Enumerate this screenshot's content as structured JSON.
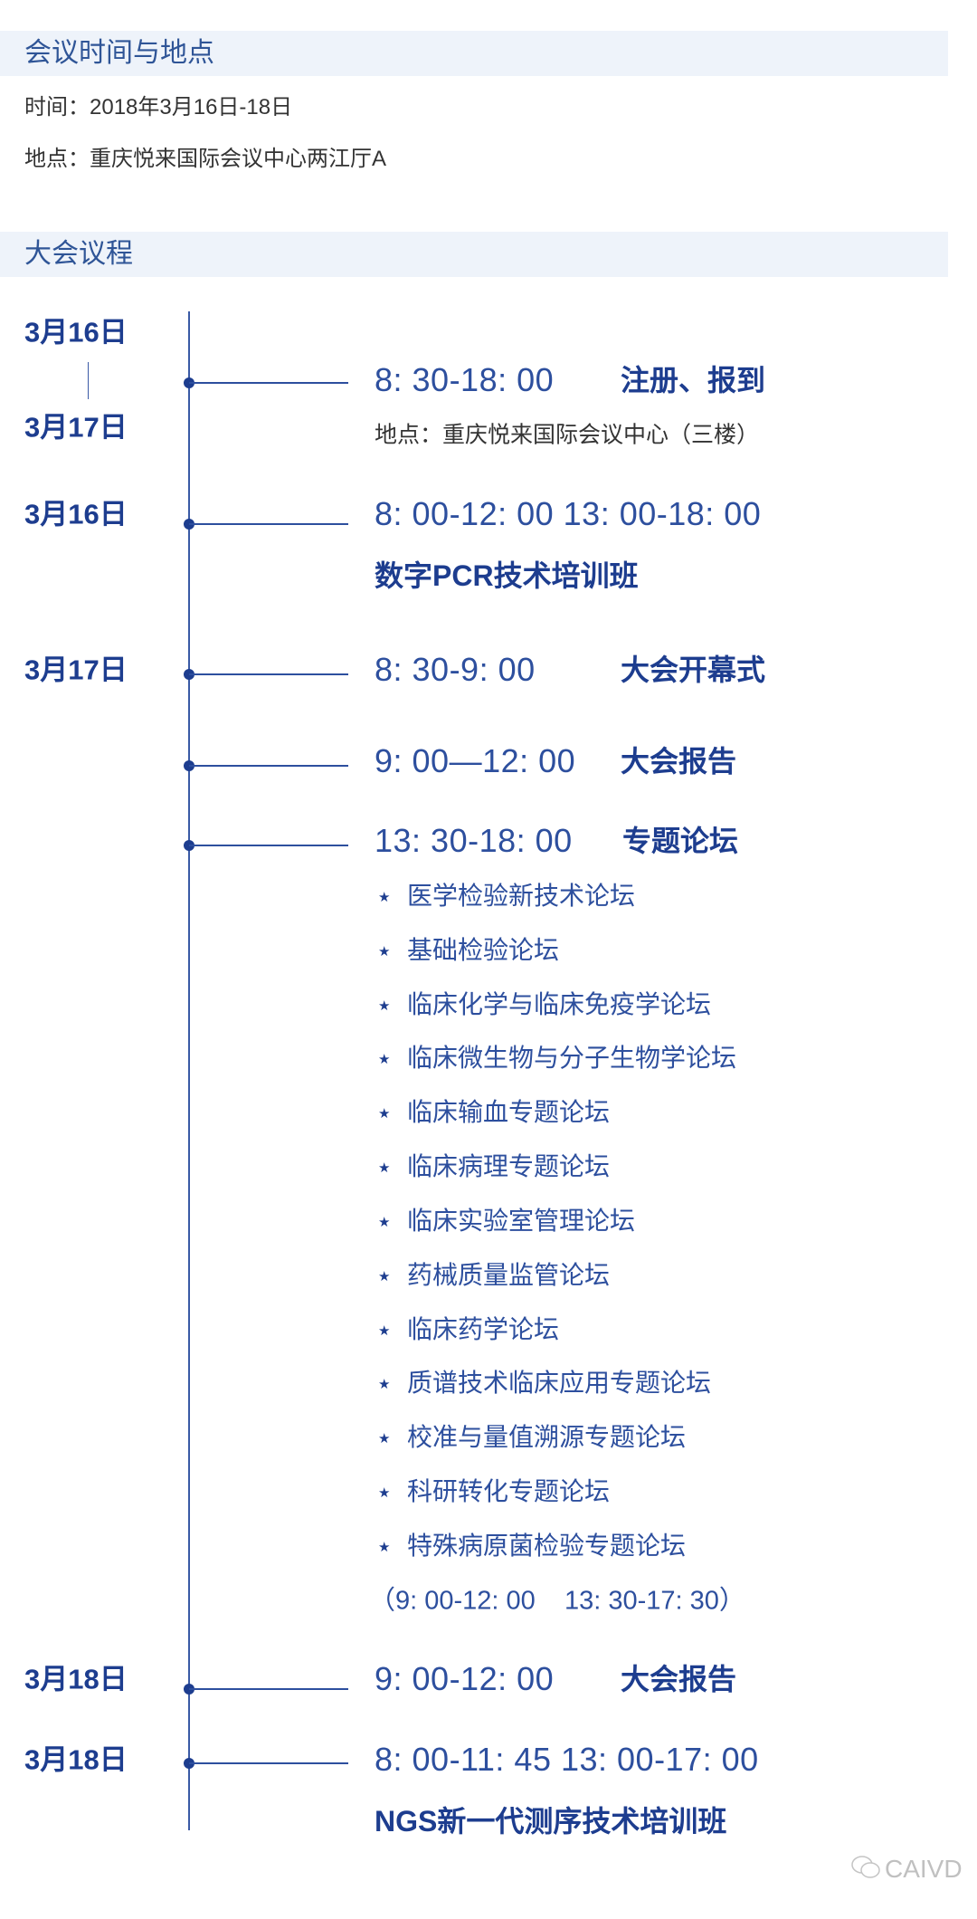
{
  "section1": {
    "title": "会议时间与地点",
    "time_line": "时间：2018年3月16日-18日",
    "place_line": "地点：重庆悦来国际会议中心两江厅A"
  },
  "section2": {
    "title": "大会议程"
  },
  "agenda": {
    "e1": {
      "date_start": "3月16日",
      "date_end": "3月17日",
      "time": "8: 30-18: 00",
      "title": "注册、报到",
      "note": "地点：重庆悦来国际会议中心（三楼）"
    },
    "e2": {
      "date": "3月16日",
      "time": "8: 00-12: 00  13: 00-18: 00",
      "title": "数字PCR技术培训班"
    },
    "e3": {
      "date": "3月17日",
      "time": "8: 30-9: 00",
      "title": "大会开幕式"
    },
    "e4": {
      "time": "9: 00—12: 00",
      "title": "大会报告"
    },
    "e5": {
      "time": "13: 30-18: 00",
      "title": "专题论坛",
      "forums": [
        "医学检验新技术论坛",
        "基础检验论坛",
        "临床化学与临床免疫学论坛",
        "临床微生物与分子生物学论坛",
        "临床输血专题论坛",
        "临床病理专题论坛",
        "临床实验室管理论坛",
        "药械质量监管论坛",
        "临床药学论坛",
        "质谱技术临床应用专题论坛",
        "校准与量值溯源专题论坛",
        "科研转化专题论坛",
        "特殊病原菌检验专题论坛"
      ],
      "forum_hours": "（9: 00-12: 00    13: 30-17: 30）"
    },
    "e6": {
      "date": "3月18日",
      "time": "9: 00-12: 00",
      "title": "大会报告"
    },
    "e7": {
      "date": "3月18日",
      "time": "8: 00-11: 45  13: 00-17: 00",
      "title": "NGS新一代测序技术培训班"
    }
  },
  "star_glyph": "★",
  "watermark": "CAIVD",
  "colors": {
    "primary": "#1d3d8f",
    "time": "#2d4f9e",
    "band": "#eef3fa"
  }
}
